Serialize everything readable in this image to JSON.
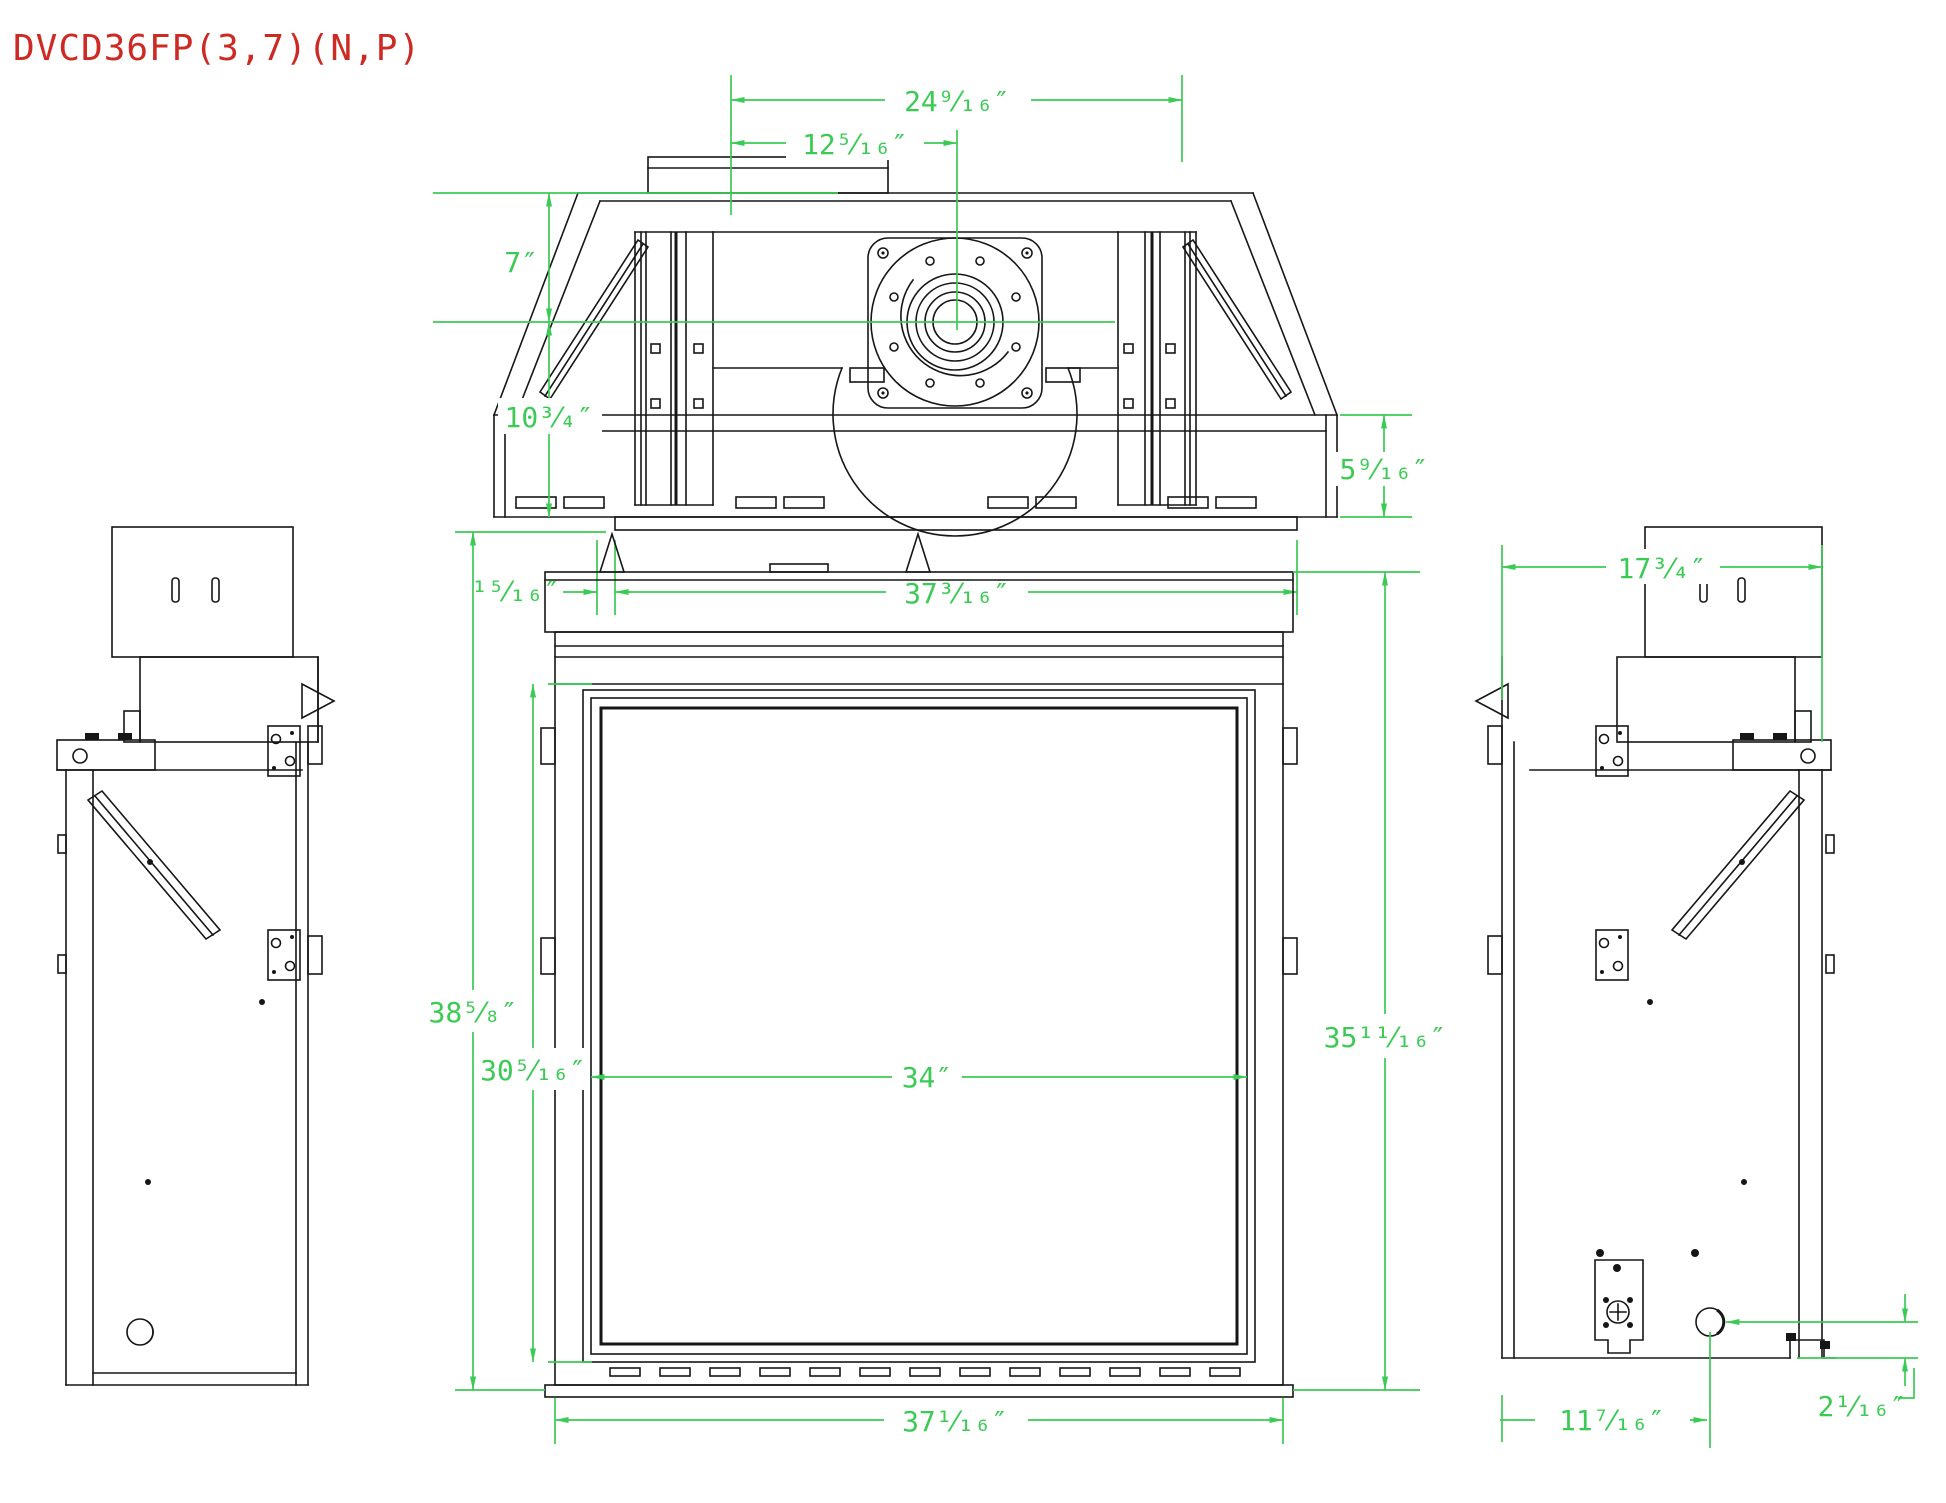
{
  "title": "DVCD36FP(3,7)(N,P)",
  "colors": {
    "title_red": "#cd2a24",
    "dimension_green": "#3bcb55",
    "drawing_black": "#161616",
    "background": "#ffffff"
  },
  "top_view": {
    "dims": {
      "top_width": "24⁹⁄₁₆″",
      "flue_offset": "12⁵⁄₁₆″",
      "top_depth": "7″",
      "front_depth": "10³⁄₄″",
      "right_height": "5⁹⁄₁₆″",
      "side_inset": "¹⁵⁄₁₆″",
      "base_width": "37³⁄₁₆″"
    }
  },
  "front_view": {
    "dims": {
      "total_height": "38⁵⁄₈″",
      "opening_height": "30⁵⁄₁₆″",
      "glass_width": "34″",
      "body_height": "35¹¹⁄₁₆″",
      "body_width": "37¹⁄₁₆″"
    }
  },
  "right_view": {
    "dims": {
      "depth": "17³⁄₄″",
      "gas_hole_offset": "11⁷⁄₁₆″",
      "gas_hole_height": "2¹⁄₁₆″"
    }
  }
}
